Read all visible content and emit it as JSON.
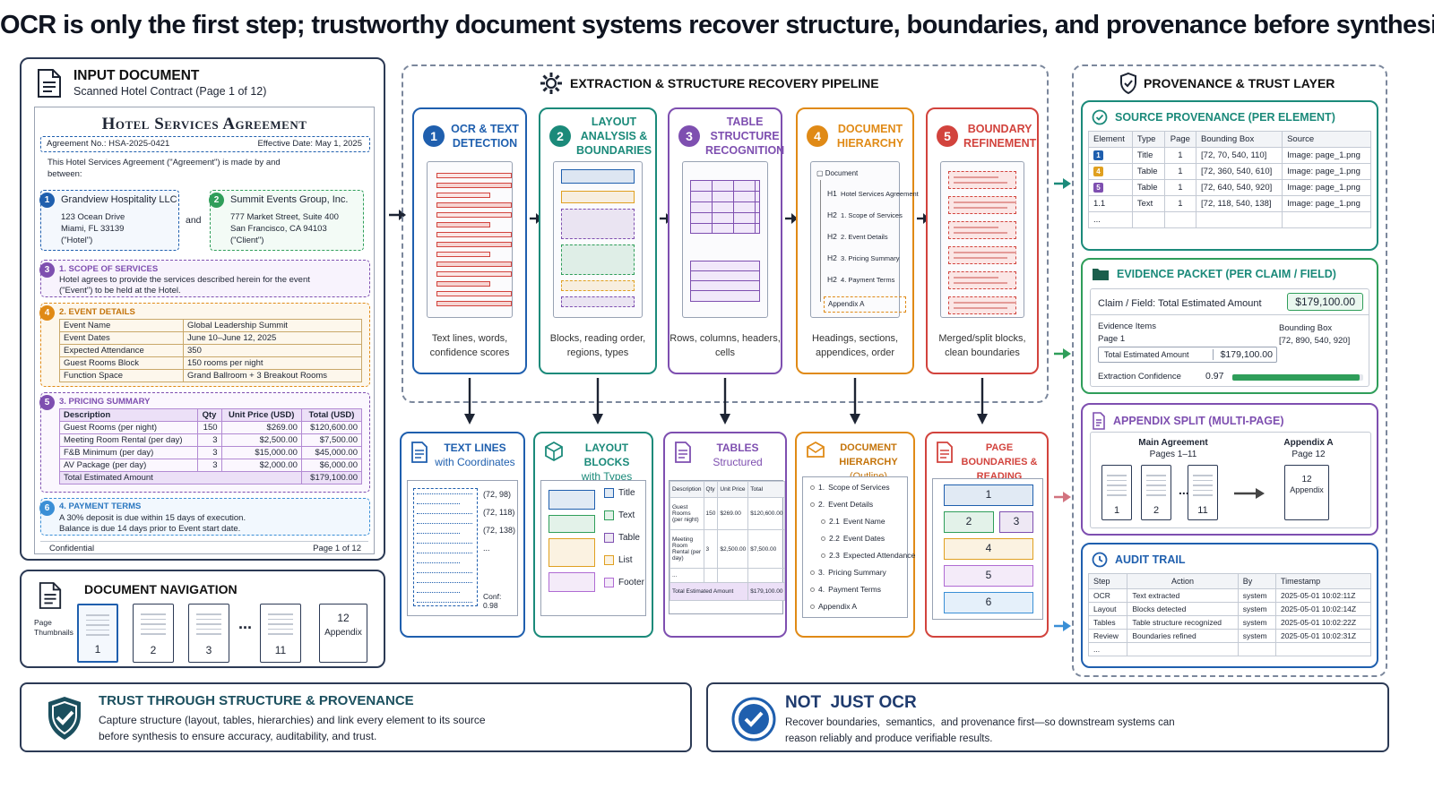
{
  "headline": "OCR is only the first step; trustworthy document systems recover structure, boundaries, and provenance before synthesis.",
  "input": {
    "title": "INPUT DOCUMENT",
    "subtitle": "Scanned Hotel Contract (Page 1 of 12)",
    "doc_title": "Hotel Services Agreement",
    "agreement_no": "Agreement No.: HSA-2025-0421",
    "effective": "Effective Date: May 1, 2025",
    "intro": "This Hotel Services Agreement (\"Agreement\") is made by and between:",
    "party1": {
      "num": "1",
      "name": "Grandview Hospitality LLC",
      "l1": "123 Ocean Drive",
      "l2": "Miami, FL 33139",
      "l3": "(\"Hotel\")"
    },
    "and": "and",
    "party2": {
      "num": "2",
      "name": "Summit Events Group, Inc.",
      "l1": "777 Market Street, Suite 400",
      "l2": "San Francisco, CA 94103",
      "l3": "(\"Client\")"
    },
    "s1": {
      "num": "3",
      "title": "1. SCOPE OF SERVICES",
      "text": "Hotel agrees to provide the services described herein for the event (\"Event\") to be held at the Hotel."
    },
    "s2": {
      "num": "4",
      "title": "2. EVENT DETAILS",
      "rows": [
        [
          "Event Name",
          "Global Leadership Summit"
        ],
        [
          "Event Dates",
          "June 10–June 12, 2025"
        ],
        [
          "Expected Attendance",
          "350"
        ],
        [
          "Guest Rooms Block",
          "150 rooms per night"
        ],
        [
          "Function Space",
          "Grand Ballroom + 3 Breakout Rooms"
        ]
      ]
    },
    "s3": {
      "num": "5",
      "title": "3. PRICING SUMMARY",
      "headers": [
        "Description",
        "Qty",
        "Unit Price (USD)",
        "Total (USD)"
      ],
      "rows": [
        [
          "Guest Rooms (per night)",
          "150",
          "$269.00",
          "$120,600.00"
        ],
        [
          "Meeting Room Rental (per day)",
          "3",
          "$2,500.00",
          "$7,500.00"
        ],
        [
          "F&B Minimum (per day)",
          "3",
          "$15,000.00",
          "$45,000.00"
        ],
        [
          "AV Package (per day)",
          "3",
          "$2,000.00",
          "$6,000.00"
        ]
      ],
      "total_label": "Total Estimated Amount",
      "total_value": "$179,100.00"
    },
    "s4": {
      "num": "6",
      "title": "4. PAYMENT TERMS",
      "l1": "A 30% deposit is due within 15 days of execution.",
      "l2": "Balance is due 14 days prior to Event start date."
    },
    "footer_left": "Confidential",
    "footer_right": "Page 1 of 12"
  },
  "nav": {
    "title": "DOCUMENT NAVIGATION",
    "label": "Page Thumbnails",
    "pages": [
      "1",
      "2",
      "3",
      "11"
    ],
    "ellipsis": "...",
    "appendix_num": "12",
    "appendix_label": "Appendix"
  },
  "pipeline": {
    "title": "EXTRACTION & STRUCTURE RECOVERY PIPELINE",
    "steps": [
      {
        "num": "1",
        "label": "OCR & TEXT DETECTION",
        "caption": "Text lines, words, confidence scores",
        "color": "#1f5fae"
      },
      {
        "num": "2",
        "label": "LAYOUT ANALYSIS & BOUNDARIES",
        "caption": "Blocks, reading order, regions, types",
        "color": "#1b8a7a"
      },
      {
        "num": "3",
        "label": "TABLE STRUCTURE RECOGNITION",
        "caption": "Rows, columns, headers, cells",
        "color": "#7e4fb0"
      },
      {
        "num": "4",
        "label": "DOCUMENT HIERARCHY",
        "caption": "Headings, sections, appendices, order",
        "color": "#e08a16"
      },
      {
        "num": "5",
        "label": "BOUNDARY REFINEMENT",
        "caption": "Merged/split blocks, clean boundaries",
        "color": "#d2433d"
      }
    ],
    "hier": {
      "root": "Document",
      "items": [
        [
          "H1",
          "Hotel Services Agreement"
        ],
        [
          "H2",
          "1. Scope of Services"
        ],
        [
          "H2",
          "2. Event Details"
        ],
        [
          "H2",
          "3. Pricing Summary"
        ],
        [
          "H2",
          "4. Payment Terms"
        ]
      ],
      "appendix": "Appendix A"
    }
  },
  "outputs": {
    "textlines": {
      "title": "TEXT LINES",
      "sub": "with Coordinates",
      "coords": [
        "(72, 98)",
        "(72, 118)",
        "(72, 138)",
        "..."
      ],
      "conf": "Conf: 0.98"
    },
    "layout": {
      "title": "LAYOUT BLOCKS",
      "sub": "with Types",
      "types": [
        "Title",
        "Text",
        "Table",
        "List",
        "Footer"
      ]
    },
    "tables": {
      "title": "TABLES",
      "sub": "Structured",
      "headers": [
        "Description",
        "Qty",
        "Unit Price",
        "Total"
      ],
      "rows": [
        [
          "Guest Rooms (per night)",
          "150",
          "$269.00",
          "$120,600.00"
        ],
        [
          "Meeting Room Rental (per day)",
          "3",
          "$2,500.00",
          "$7,500.00"
        ],
        [
          "...",
          "",
          "",
          ""
        ]
      ],
      "total_label": "Total Estimated Amount",
      "total_value": "$179,100.00"
    },
    "hierarchy": {
      "title": "DOCUMENT HIERARCHY",
      "sub": "(Outline)",
      "items": [
        [
          "1.",
          "Scope of Services",
          0
        ],
        [
          "2.",
          "Event Details",
          0
        ],
        [
          "2.1",
          "Event Name",
          1
        ],
        [
          "2.2",
          "Event Dates",
          1
        ],
        [
          "2.3",
          "Expected Attendance",
          1
        ],
        [
          "3.",
          "Pricing Summary",
          0
        ],
        [
          "4.",
          "Payment Terms",
          0
        ],
        [
          "",
          "Appendix A",
          0
        ]
      ]
    },
    "boundaries": {
      "title": "PAGE BOUNDARIES & READING ORDER",
      "order": [
        "1",
        "2",
        "3",
        "4",
        "5",
        "6"
      ]
    }
  },
  "provenance": {
    "title": "PROVENANCE & TRUST LAYER",
    "source": {
      "title": "SOURCE PROVENANCE (PER ELEMENT)",
      "headers": [
        "Element",
        "Type",
        "Page",
        "Bounding Box",
        "Source"
      ],
      "rows": [
        [
          "1",
          "Title",
          "1",
          "[72, 70, 540, 110]",
          "Image: page_1.png"
        ],
        [
          "4",
          "Table",
          "1",
          "[72, 360, 540, 610]",
          "Image: page_1.png"
        ],
        [
          "5",
          "Table",
          "1",
          "[72, 640, 540, 920]",
          "Image: page_1.png"
        ],
        [
          "1.1",
          "Text",
          "1",
          "[72, 118, 540, 138]",
          "Image: page_1.png"
        ],
        [
          "...",
          "",
          "",
          "",
          ""
        ]
      ]
    },
    "evidence": {
      "title": "EVIDENCE PACKET (PER CLAIM / FIELD)",
      "claim_label": "Claim / Field:  Total Estimated Amount",
      "claim_value": "$179,100.00",
      "items_label": "Evidence Items",
      "page_label": "Page 1",
      "bbox_label": "Bounding Box",
      "bbox_value": "[72, 890, 540, 920]",
      "field_label": "Total Estimated Amount",
      "field_value": "$179,100.00",
      "conf_label": "Extraction Confidence",
      "conf_value": "0.97",
      "conf_fraction": 0.97
    },
    "appendix": {
      "title": "APPENDIX SPLIT (MULTI-PAGE)",
      "main_label": "Main Agreement",
      "main_pages": "Pages 1–11",
      "pages": [
        "1",
        "2",
        "11"
      ],
      "ellipsis": "...",
      "app_label": "Appendix A",
      "app_page": "Page 12",
      "app_num": "12",
      "app_word": "Appendix"
    },
    "audit": {
      "title": "AUDIT TRAIL",
      "headers": [
        "Step",
        "Action",
        "By",
        "Timestamp"
      ],
      "rows": [
        [
          "OCR",
          "Text extracted",
          "system",
          "2025-05-01 10:02:11Z"
        ],
        [
          "Layout",
          "Blocks detected",
          "system",
          "2025-05-01 10:02:14Z"
        ],
        [
          "Tables",
          "Table structure recognized",
          "system",
          "2025-05-01 10:02:22Z"
        ],
        [
          "Review",
          "Boundaries refined",
          "system",
          "2025-05-01 10:02:31Z"
        ],
        [
          "...",
          "",
          "",
          ""
        ]
      ]
    }
  },
  "footer": {
    "trust_title": "TRUST THROUGH STRUCTURE & PROVENANCE",
    "trust_text1": "Capture structure (layout, tables, hierarchies) and link every element to its source",
    "trust_text2": "before synthesis to ensure accuracy, auditability, and trust.",
    "ocr_title": "NOT  JUST OCR",
    "ocr_text1": "Recover boundaries,  semantics,  and provenance first—so downstream systems can",
    "ocr_text2": "reason reliably and produce verifiable results."
  },
  "colors": {
    "navy": "#1f3b6e",
    "teal": "#1b8a7a",
    "purple": "#7e4fb0",
    "orange": "#e08a16",
    "red": "#d2433d",
    "green": "#2f9e5a"
  }
}
